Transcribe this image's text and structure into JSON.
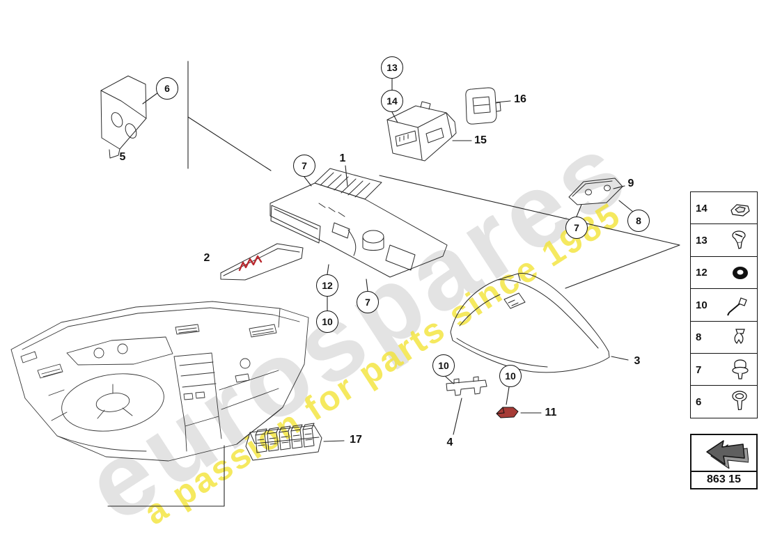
{
  "watermark": {
    "brand": "eurospares",
    "tagline": "a passion for parts since 1985",
    "brand_color": "#e3e3e3",
    "tagline_color": "#f2e332"
  },
  "diagram": {
    "accent_red": "#b9282e",
    "callouts": [
      {
        "n": "6"
      },
      {
        "n": "13"
      },
      {
        "n": "14"
      },
      {
        "n": "7"
      },
      {
        "n": "12"
      },
      {
        "n": "10"
      },
      {
        "n": "7"
      },
      {
        "n": "8"
      },
      {
        "n": "7"
      },
      {
        "n": "10"
      },
      {
        "n": "10"
      }
    ],
    "part_labels": [
      {
        "n": "5"
      },
      {
        "n": "15"
      },
      {
        "n": "16"
      },
      {
        "n": "1"
      },
      {
        "n": "2"
      },
      {
        "n": "9"
      },
      {
        "n": "3"
      },
      {
        "n": "4"
      },
      {
        "n": "11"
      },
      {
        "n": "17"
      }
    ]
  },
  "sidebar": {
    "items": [
      {
        "number": "14",
        "icon": "connector-clip-icon"
      },
      {
        "number": "13",
        "icon": "countersunk-screw-icon"
      },
      {
        "number": "12",
        "icon": "grommet-icon"
      },
      {
        "number": "10",
        "icon": "rivet-pin-icon"
      },
      {
        "number": "8",
        "icon": "expanding-nut-icon"
      },
      {
        "number": "7",
        "icon": "bolt-washer-icon"
      },
      {
        "number": "6",
        "icon": "oval-head-screw-icon"
      }
    ]
  },
  "footer": {
    "code": "863 15",
    "icon": "back-arrow-icon"
  }
}
